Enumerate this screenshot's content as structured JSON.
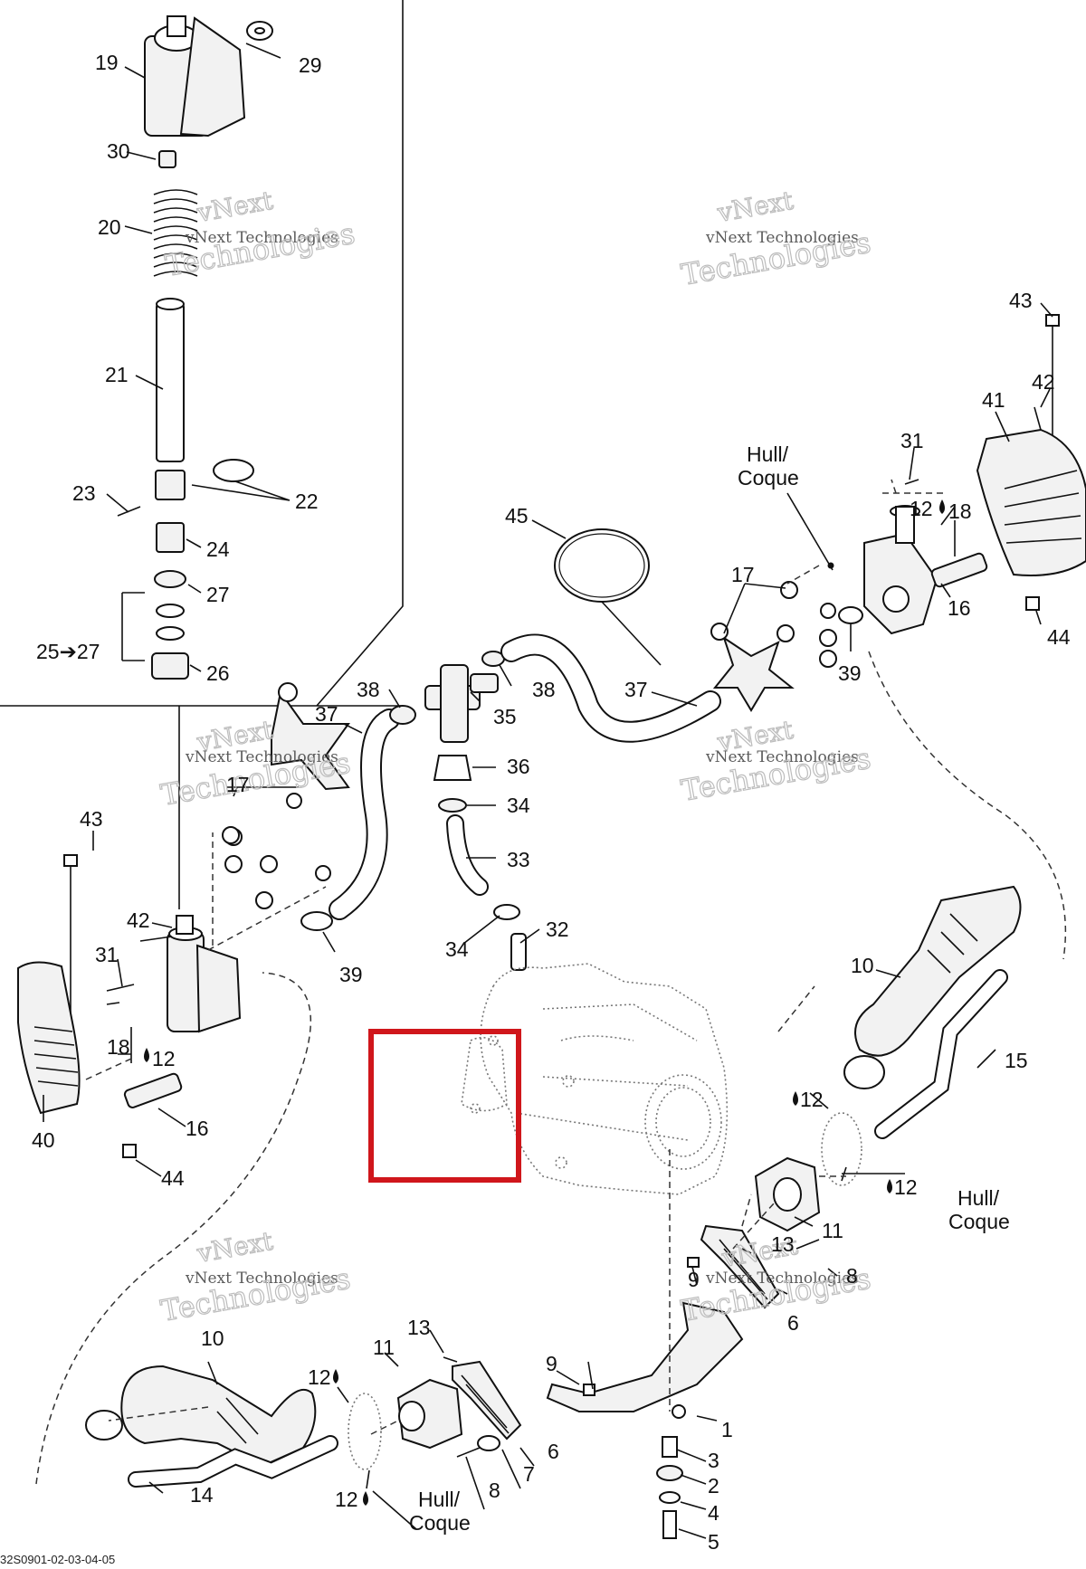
{
  "diagram": {
    "drawing_code": "32S0901-02-03-04-05",
    "watermark": {
      "line1": "vNext",
      "line2": "vNext Technologies",
      "line3": "Technologies"
    },
    "callouts": {
      "n1": "1",
      "n2": "2",
      "n3": "3",
      "n4": "4",
      "n5": "5",
      "n6": "6",
      "n7": "7",
      "n8": "8",
      "n9": "9",
      "n10": "10",
      "n11": "11",
      "n12": "12",
      "n13": "13",
      "n14": "14",
      "n15": "15",
      "n16": "16",
      "n17": "17",
      "n18": "18",
      "n19": "19",
      "n20": "20",
      "n21": "21",
      "n22": "22",
      "n23": "23",
      "n24": "24",
      "n25_27": "25➔27",
      "n26": "26",
      "n27": "27",
      "n29": "29",
      "n30": "30",
      "n31": "31",
      "n32": "32",
      "n33": "33",
      "n34": "34",
      "n35": "35",
      "n36": "36",
      "n37": "37",
      "n38": "38",
      "n39": "39",
      "n40": "40",
      "n41": "41",
      "n42": "42",
      "n43": "43",
      "n44": "44",
      "n45": "45"
    },
    "hull_label_line1": "Hull/",
    "hull_label_line2": "Coque",
    "highlight_color": "#d0161b"
  }
}
